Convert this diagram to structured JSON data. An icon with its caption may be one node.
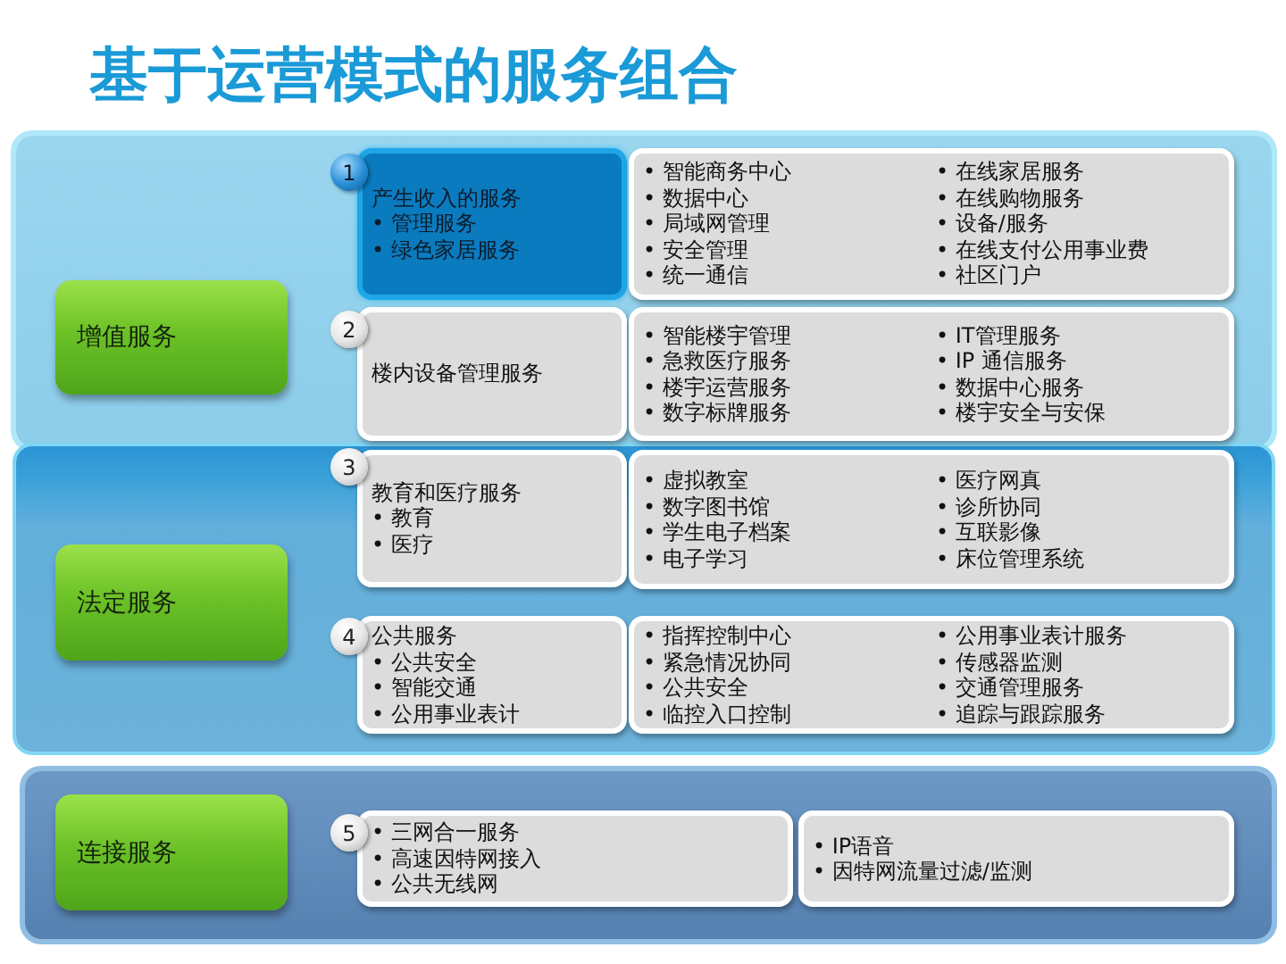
{
  "diagram": {
    "title": "基于运营模式的服务组合",
    "nodes": [
      {
        "text": [],
        "shape": "box"
      },
      {
        "text": [
          "增值服务"
        ],
        "in": 0
      },
      {
        "text": [
          "1"
        ],
        "in": 0
      },
      {
        "text": [
          "产生收入的服务",
          "• 管理服务",
          "• 绿色家居服务"
        ],
        "in": 0
      },
      {
        "text": [
          "• 智能商务中心",
          "• 数据中心",
          "• 局域网管理",
          "• 安全管理",
          "• 统一通信",
          "• 在线家居服务",
          "• 在线购物服务",
          "• 设备/服务",
          "• 在线支付公用事业费",
          "• 社区门户"
        ],
        "in": 0
      },
      {
        "text": [
          "2"
        ],
        "in": 0
      },
      {
        "text": [
          "楼内设备管理服务"
        ],
        "in": 0
      },
      {
        "text": [
          "• 智能楼宇管理",
          "• 急救医疗服务",
          "• 楼宇运营服务",
          "• 数字标牌服务",
          "• IT管理服务",
          "• IP 通信服务",
          "• 数据中心服务",
          "• 楼宇安全与安保"
        ],
        "in": 0
      },
      {
        "text": [],
        "shape": "box"
      },
      {
        "text": [
          "法定服务"
        ],
        "in": 8
      },
      {
        "text": [
          "3"
        ],
        "in": 8
      },
      {
        "text": [
          "教育和医疗服务",
          "• 教育",
          "• 医疗"
        ],
        "in": 8
      },
      {
        "text": [
          "• 虚拟教室",
          "• 数字图书馆",
          "• 学生电子档案",
          "• 电子学习",
          "• 医疗网真",
          "• 诊所协同",
          "• 互联影像",
          "• 床位管理系统"
        ],
        "in": 8
      },
      {
        "text": [
          "4"
        ],
        "in": 8
      },
      {
        "text": [
          "公共服务",
          "• 公共安全",
          "• 智能交通",
          "• 公用事业表计"
        ],
        "in": 8
      },
      {
        "text": [
          "• 指挥控制中心",
          "• 紧急情况协同",
          "• 公共安全",
          "• 临控入口控制",
          "• 公用事业表计服务",
          "• 传感器监测",
          "• 交通管理服务",
          "• 追踪与跟踪服务"
        ],
        "in": 8
      },
      {
        "text": [],
        "shape": "box"
      },
      {
        "text": [
          "连接服务"
        ],
        "in": 16
      },
      {
        "text": [
          "5"
        ],
        "in": 16
      },
      {
        "text": [
          "• 三网合一服务",
          "• 高速因特网接入",
          "• 公共无线网"
        ],
        "in": 16
      },
      {
        "text": [
          "• IP语音",
          "• 因特网流量过滤/监测"
        ],
        "in": 16
      }
    ]
  }
}
